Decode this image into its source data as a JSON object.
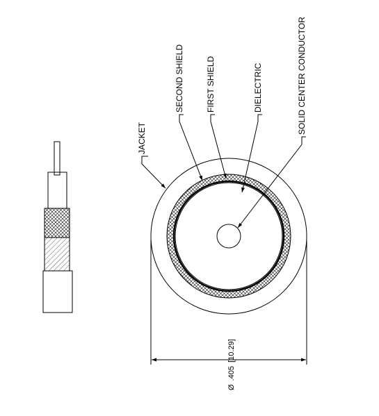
{
  "labels": {
    "jacket": "JACKET",
    "second_shield": "SECOND SHIELD",
    "first_shield": "FIRST SHIELD",
    "dielectric": "DIELECTRIC",
    "solid_center_conductor": "SOLID CENTER CONDUCTOR"
  },
  "dimension": {
    "symbol": "Ø",
    "value": ".405",
    "metric": "10.29"
  },
  "colors": {
    "line": "#000000",
    "background": "#ffffff"
  }
}
